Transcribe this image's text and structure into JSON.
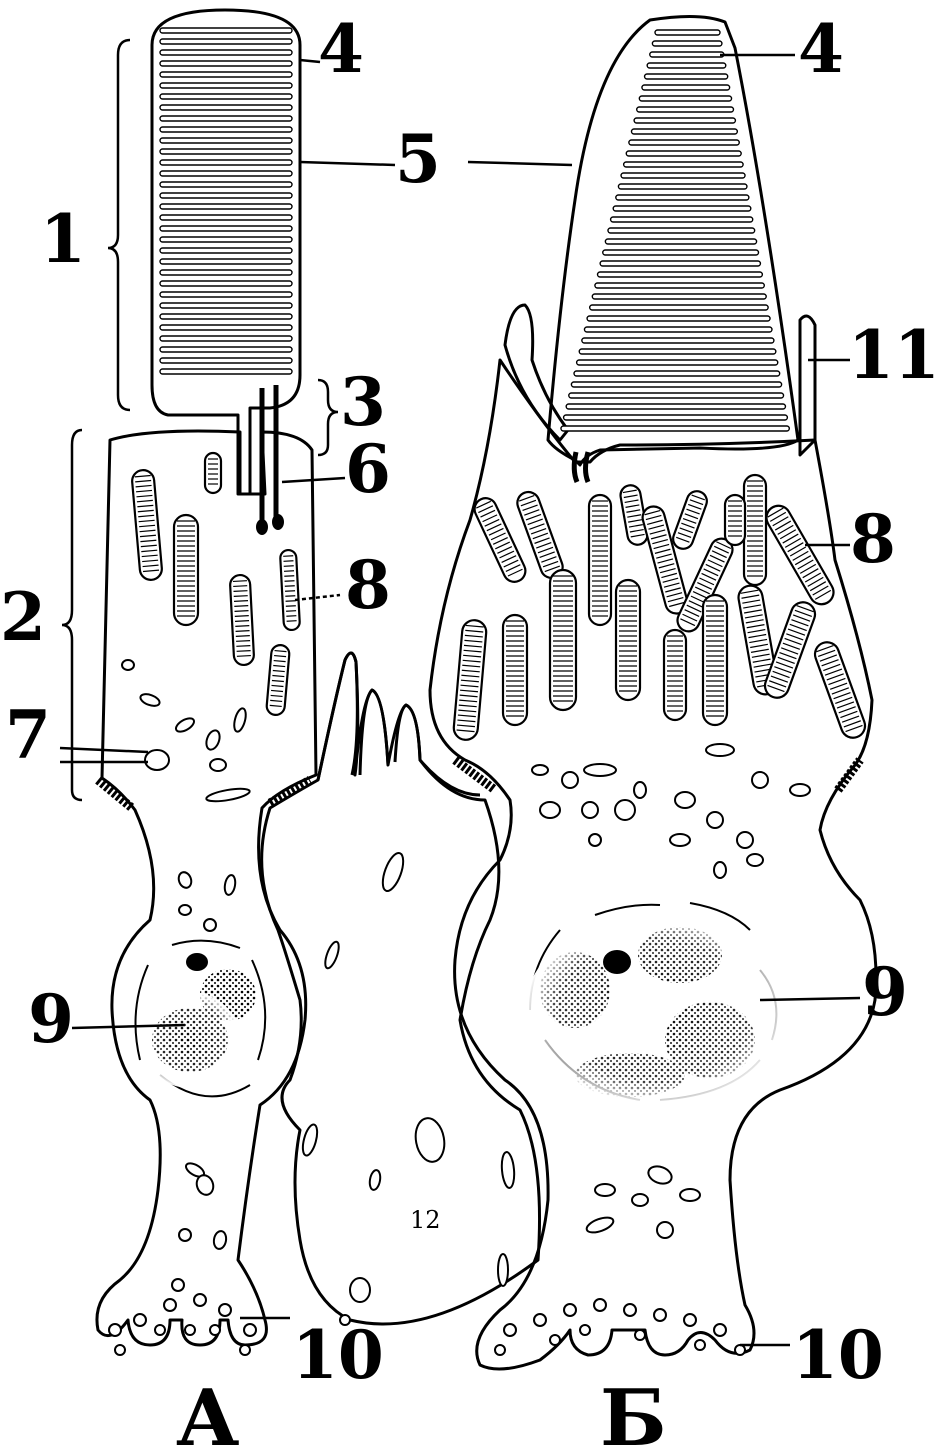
{
  "labels": {
    "rod_outer_segment": "1",
    "rod_inner_segment": "2",
    "connecting_cilium": "3",
    "disc_top_a": "4",
    "disc_top_b": "4",
    "membrane_a": "5",
    "membrane_b": "5",
    "cilium_base": "6",
    "golgi": "7",
    "mito_a": "8",
    "mito_b": "8",
    "nucleus_a": "9",
    "nucleus_b": "9",
    "synapse_a": "10",
    "synapse_b": "10",
    "calyx": "11",
    "muller": "12"
  },
  "panels": {
    "rod": "А",
    "cone": "Б"
  }
}
